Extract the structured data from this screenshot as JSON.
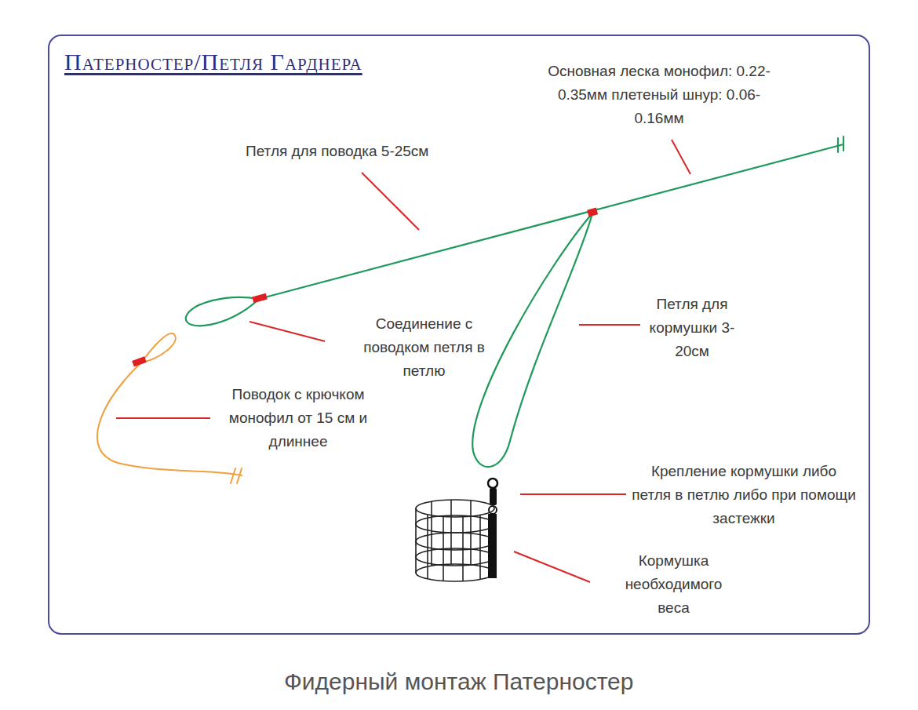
{
  "diagram": {
    "title": "Патерностер/Петля Гарднера",
    "caption": "Фидерный монтаж Патерностер",
    "labels": [
      "Основная леска монофил: 0.22-0.35мм плетеный шнур: 0.06-0.16мм",
      "Петля для поводка 5-25см",
      "Соединение с поводком петля в петлю",
      "Петля для кормушки 3-20см",
      "Поводок с крючком монофил от 15 см и длиннее",
      "Крепление кормушки либо петля в петлю либо при помощи застежки",
      "Кормушка необходимого веса"
    ]
  }
}
